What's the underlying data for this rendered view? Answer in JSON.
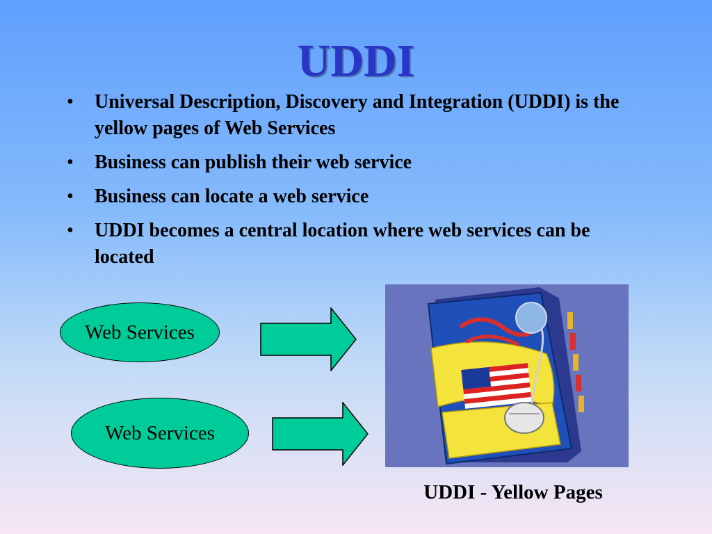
{
  "slide": {
    "title": "UDDI",
    "bullets": [
      "Universal Description, Discovery and Integration (UDDI) is the yellow pages of Web Services",
      "Business can publish  their web service",
      "Business can locate a web service",
      "UDDI becomes a central location where web services can be located"
    ],
    "diagram": {
      "oval_1_label": "Web Services",
      "oval_2_label": "Web Services",
      "oval_color": "#00cc99"
    },
    "caption": "UDDI - Yellow Pages",
    "title_color": "#2a35c7",
    "picture_bg": "#6874bd"
  }
}
